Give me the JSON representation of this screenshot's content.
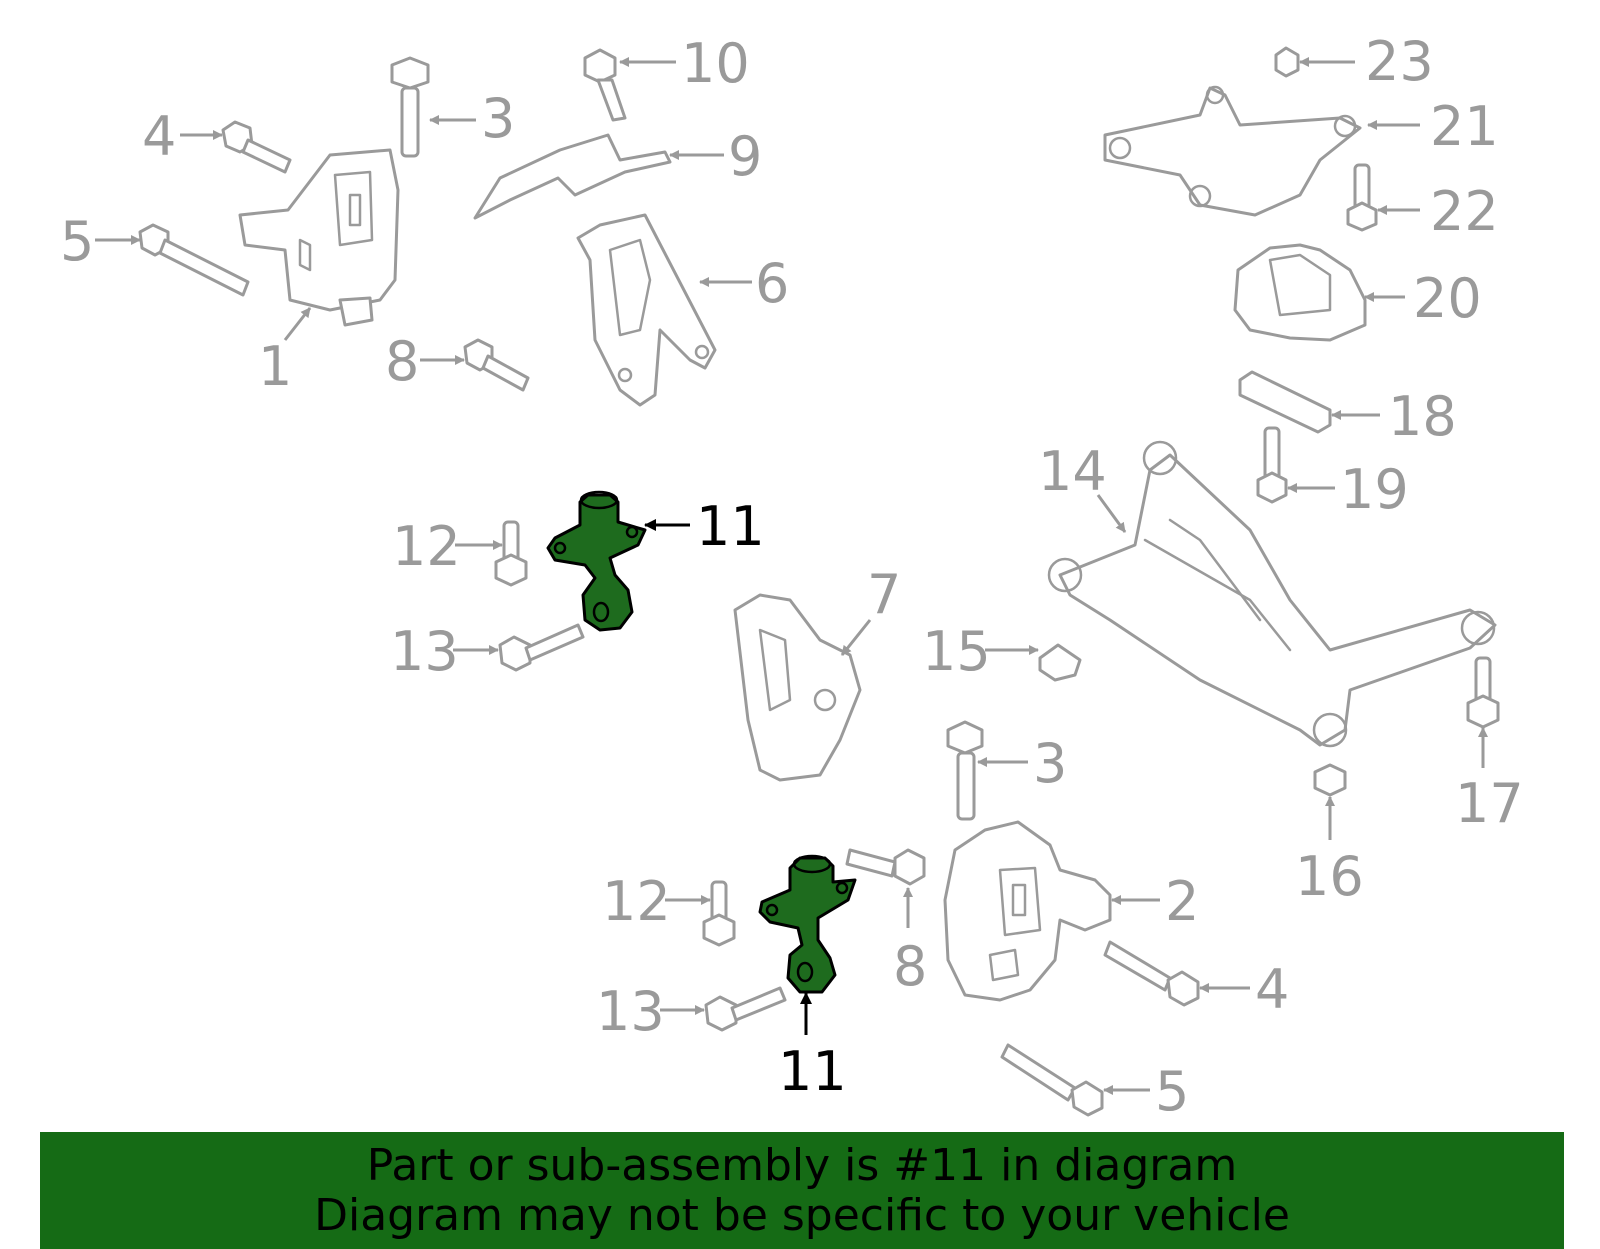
{
  "callouts": {
    "c1": "1",
    "c2": "2",
    "c3a": "3",
    "c3b": "3",
    "c4a": "4",
    "c4b": "4",
    "c5a": "5",
    "c5b": "5",
    "c6": "6",
    "c7": "7",
    "c8a": "8",
    "c8b": "8",
    "c9": "9",
    "c10": "10",
    "c11a": "11",
    "c11b": "11",
    "c12a": "12",
    "c12b": "12",
    "c13a": "13",
    "c13b": "13",
    "c14": "14",
    "c15": "15",
    "c16": "16",
    "c17": "17",
    "c18": "18",
    "c19": "19",
    "c20": "20",
    "c21": "21",
    "c22": "22",
    "c23": "23"
  },
  "banner": {
    "line1": "Part or sub-assembly is #11 in diagram",
    "line2": "Diagram may not be specific to your vehicle"
  },
  "colors": {
    "highlight": "#1e6b1e",
    "banner": "#156b15",
    "part_outline": "#9a9a9a"
  }
}
